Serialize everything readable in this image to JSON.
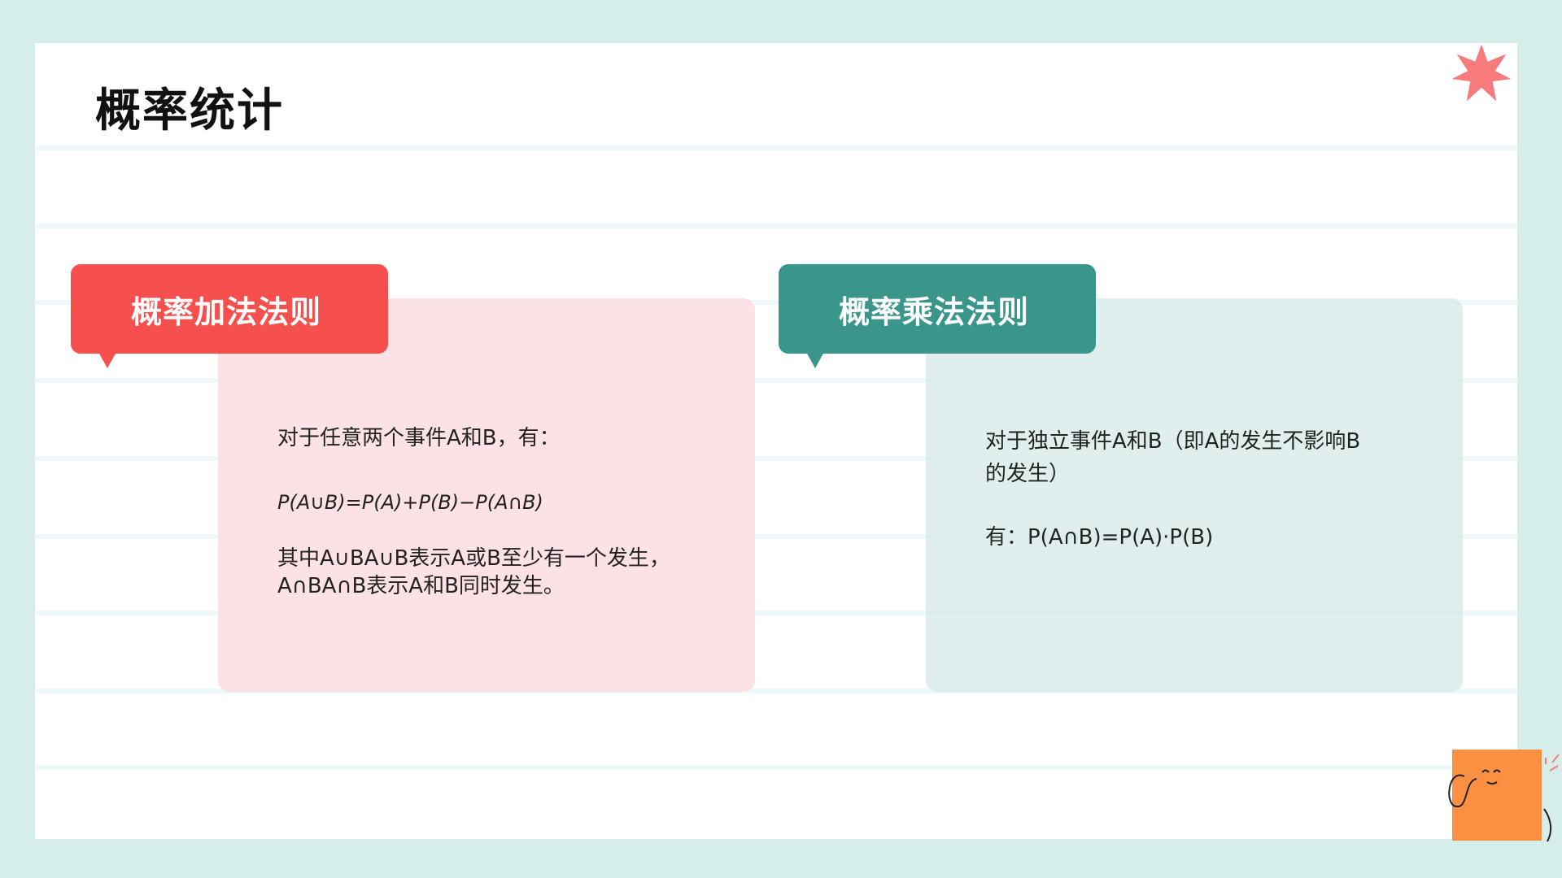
{
  "slide": {
    "title": "概率统计"
  },
  "addition_rule": {
    "heading": "概率加法法则",
    "line1": "对于任意两个事件A和B，有：",
    "formula": "P(A∪B)=P(A)+P(B)−P(A∩B)",
    "explanation1": "其中A∪BA∪B表示A或B至少有一个发生，",
    "explanation2": "A∩BA∩B表示A和B同时发生。"
  },
  "multiplication_rule": {
    "heading": "概率乘法法则",
    "line1": "对于独立事件A和B（即A的发生不影响B",
    "line2": "的发生）",
    "formula": "有：P(A∩B)=P(A)·P(B)"
  },
  "colors": {
    "background": "#d5eeea",
    "red_accent": "#f5504e",
    "teal_accent": "#3a958a",
    "red_card": "#fde3e5",
    "teal_card": "#dfeeec",
    "star": "#f77b7b",
    "sticky_note": "#fb8f42"
  },
  "icons": {
    "star": "star-burst-icon",
    "sticky": "sticky-note-doodle"
  }
}
